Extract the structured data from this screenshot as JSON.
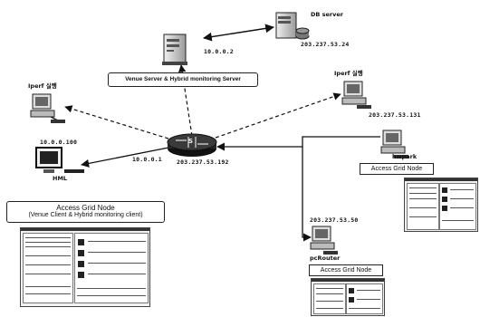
{
  "labels": {
    "db_server": "DB server",
    "db_ip": "203.237.53.24",
    "venue_ip": "10.0.0.2",
    "venue_box": "Venue Server & Hybrid monitoring Server",
    "iperf_left": "Iperf 실행",
    "iperf_right": "Iperf 실행",
    "client_ip": "10.0.0.100",
    "hml": "HML",
    "router_left_ip": "10.0.0.1",
    "router_right_ip": "203.237.53.192",
    "router_mark": "S",
    "hwpark_ip": "203.237.53.131",
    "hwpark": "hwpark",
    "agn_right": "Access Grid Node",
    "pcrouter_ip": "203.237.53.50",
    "pcrouter": "pcRouter",
    "agn_bottom": "Access Grid Node",
    "agn_left_line1": "Access Grid Node",
    "agn_left_line2": "(Venue Client & Hybrid monitoring client)"
  },
  "icons": [
    "db-server-icon",
    "venue-server-icon",
    "router-icon",
    "client-monitor-icon",
    "iperf-left-pc-icon",
    "iperf-right-pc-icon",
    "hwpark-pc-icon",
    "pcrouter-pc-icon"
  ],
  "colors": {
    "line": "#111111",
    "router": "#1e1e1e",
    "server": "#d9d9d9"
  }
}
